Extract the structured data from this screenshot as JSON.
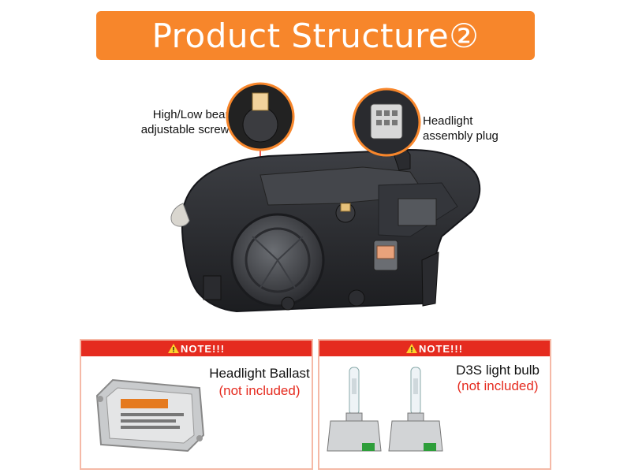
{
  "title": "Product Structure②",
  "callouts": {
    "screws": {
      "line1": "High/Low beam",
      "line2": "adjustable screws"
    },
    "plug": {
      "line1": "Headlight",
      "line2": "assembly plug"
    }
  },
  "notes": [
    {
      "header": "NOTE!!!",
      "item": "Headlight Ballast",
      "status": "(not included)"
    },
    {
      "header": "NOTE!!!",
      "item": "D3S light bulb",
      "status": "(not included)"
    }
  ],
  "colors": {
    "banner": "#f7862b",
    "note_bar": "#e52b1f",
    "accent": "#e52b1f",
    "callout_ring": "#f7862b"
  },
  "icons": [
    "warning-icon",
    "ballast-module-icon",
    "bulb-icon"
  ]
}
